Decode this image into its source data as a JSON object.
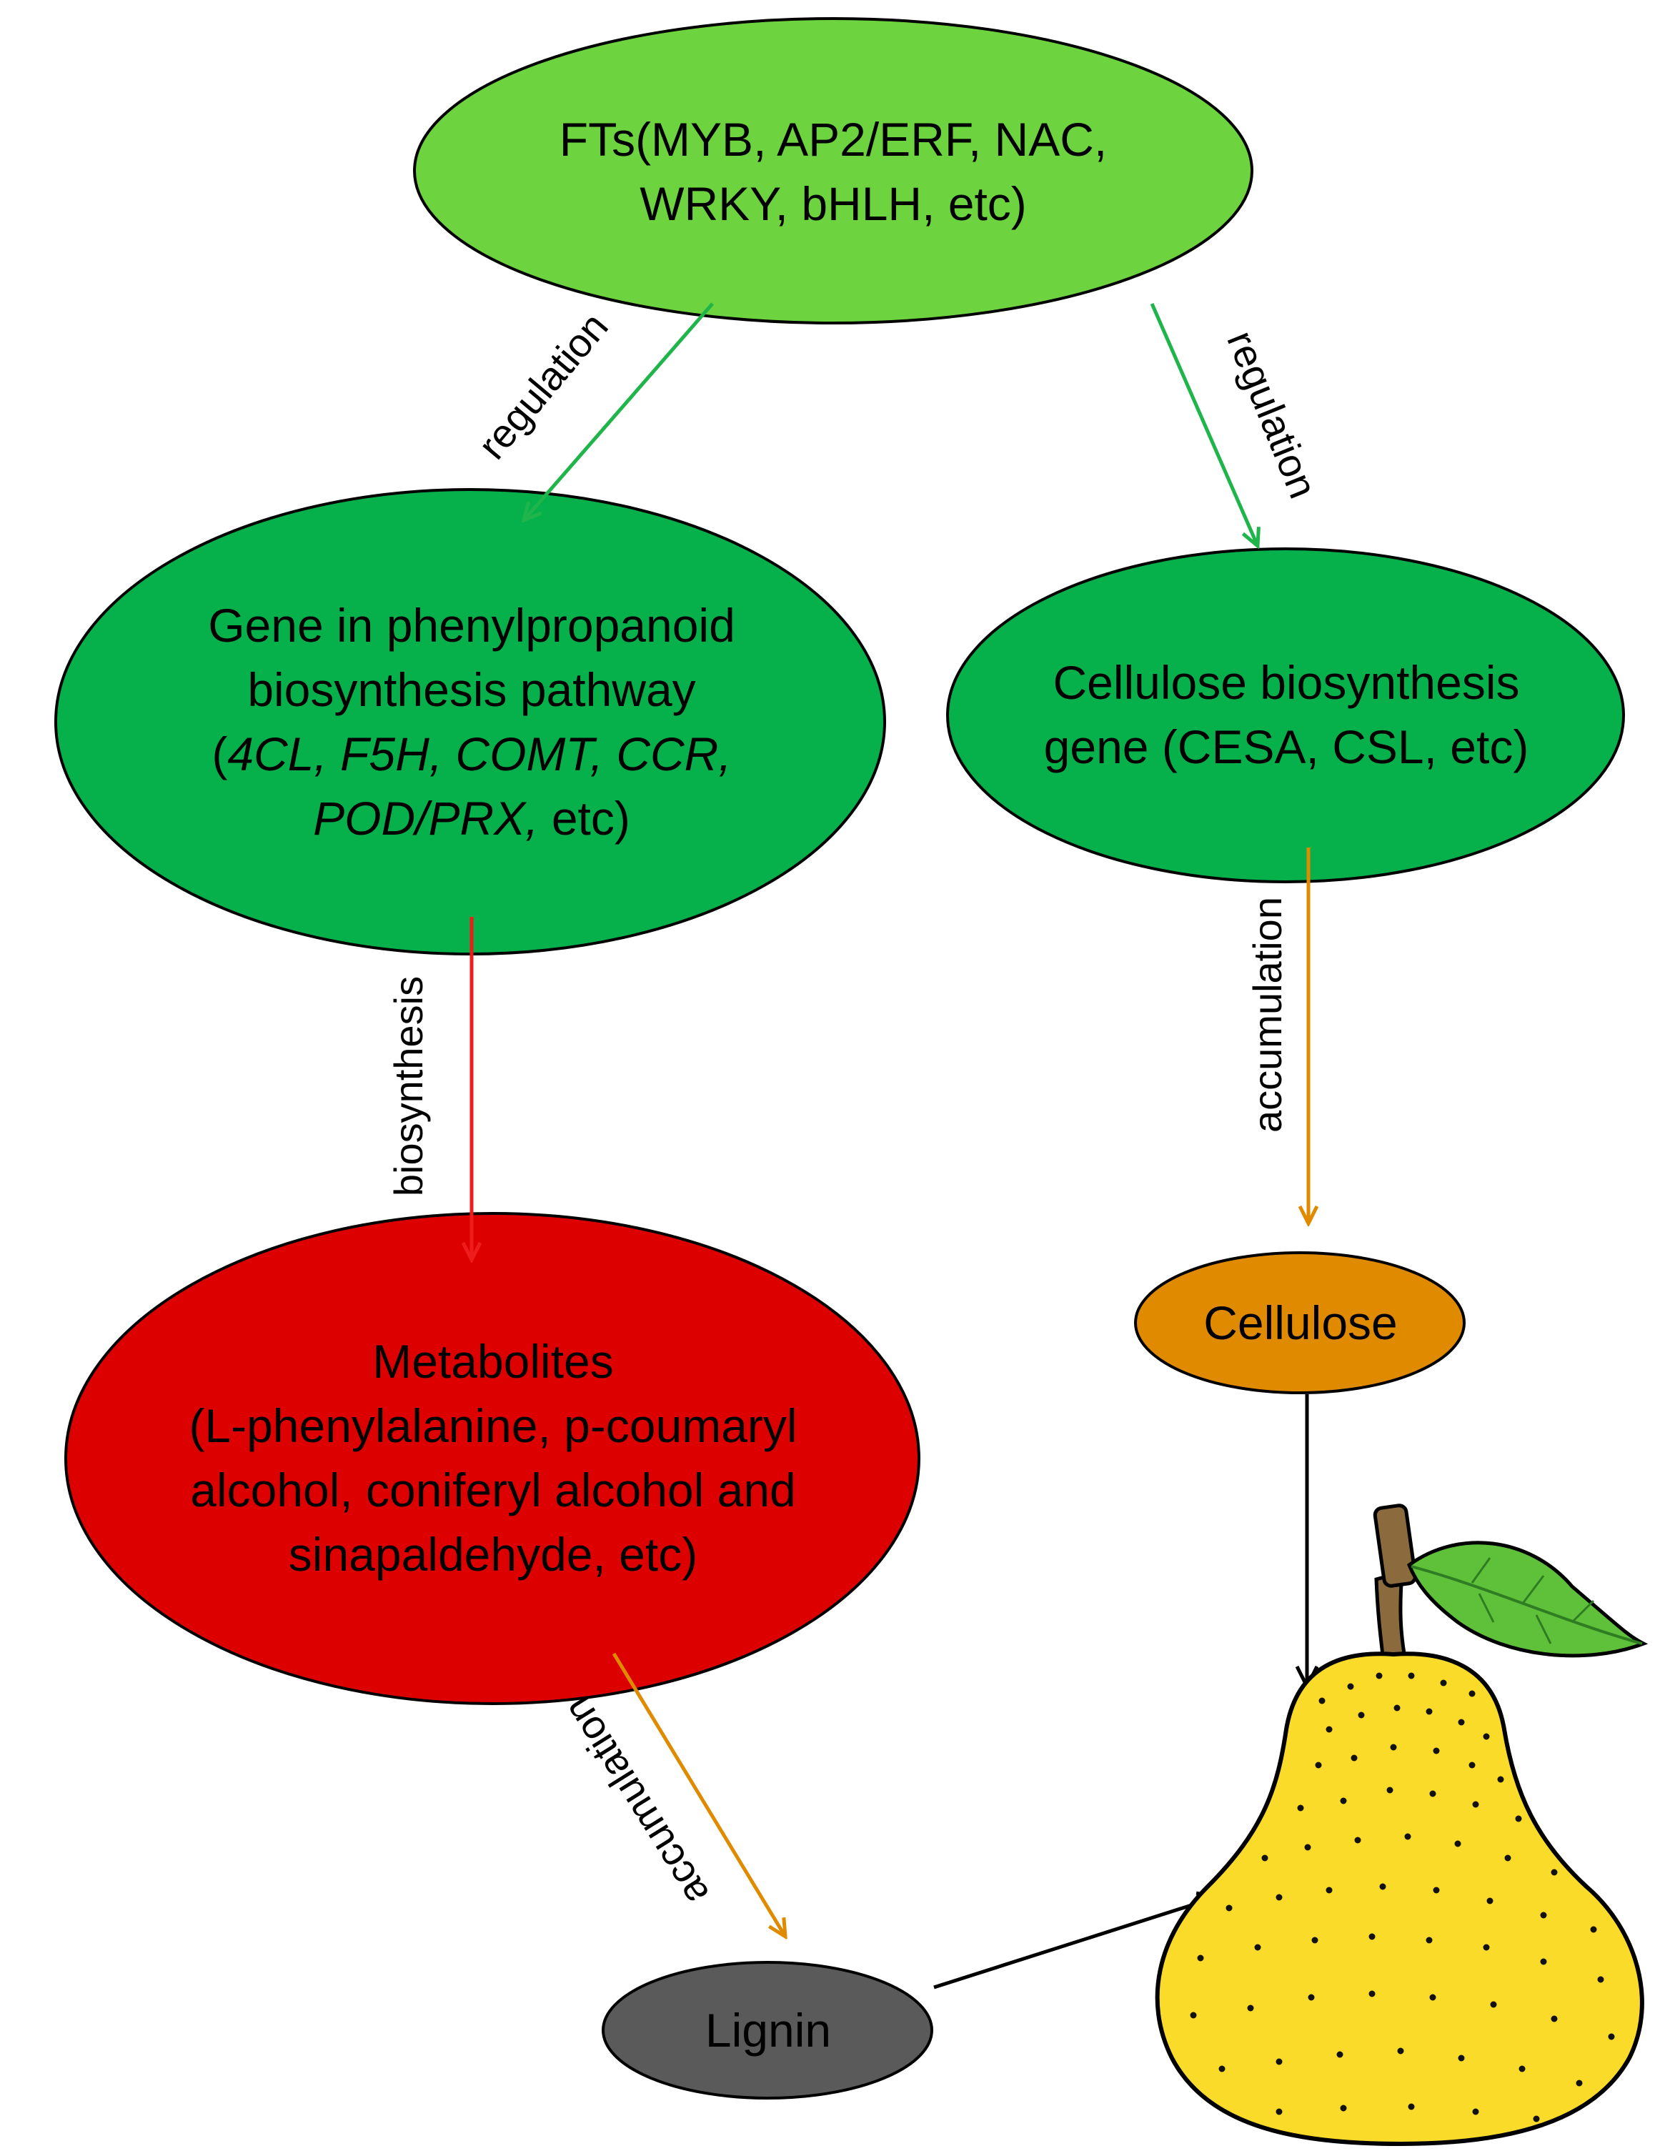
{
  "nodes": {
    "fts": {
      "line1": "FTs(MYB, AP2/ERF, NAC,",
      "line2": "WRKY, bHLH, etc)"
    },
    "phenylpropanoid": {
      "line1": "Gene in phenylpropanoid",
      "line2": "biosynthesis pathway",
      "line3_open": "(",
      "line3_genes": "4CL, F5H, COMT, CCR,",
      "line4_genes": "POD/PRX,",
      "line4_rest": " etc)"
    },
    "cellulose_gene": {
      "line1": "Cellulose biosynthesis",
      "line2": "gene (CESA, CSL, etc)"
    },
    "metabolites": {
      "line1": "Metabolites",
      "line2": "(L-phenylalanine, p-coumaryl",
      "line3": "alcohol, coniferyl alcohol and",
      "line4": "sinapaldehyde, etc)"
    },
    "cellulose": {
      "label": "Cellulose"
    },
    "lignin": {
      "label": "Lignin"
    }
  },
  "edges": {
    "fts_to_phenyl": "regulation",
    "fts_to_cellulose_gene": "regulation",
    "phenyl_to_metabolites": "biosynthesis",
    "cellulose_gene_to_cellulose": "accumulation",
    "metabolites_to_lignin": "accumulation"
  },
  "colors": {
    "fts": "#6dd33f",
    "phenylpropanoid": "#06b04a",
    "cellulose_gene": "#06b04a",
    "metabolites": "#dd0000",
    "cellulose": "#e08a00",
    "lignin": "#5a5a5a",
    "regulation_arrow": "#1fb54a",
    "biosynthesis_arrow": "#ee1c1c",
    "accumulation_arrow": "#e08a00",
    "fruit_arrow": "#000000",
    "pear_body": "#fadb2a",
    "pear_leaf": "#5fc13a",
    "pear_stem": "#8b6a3e"
  },
  "icons": {
    "fruit": "pear-icon"
  }
}
